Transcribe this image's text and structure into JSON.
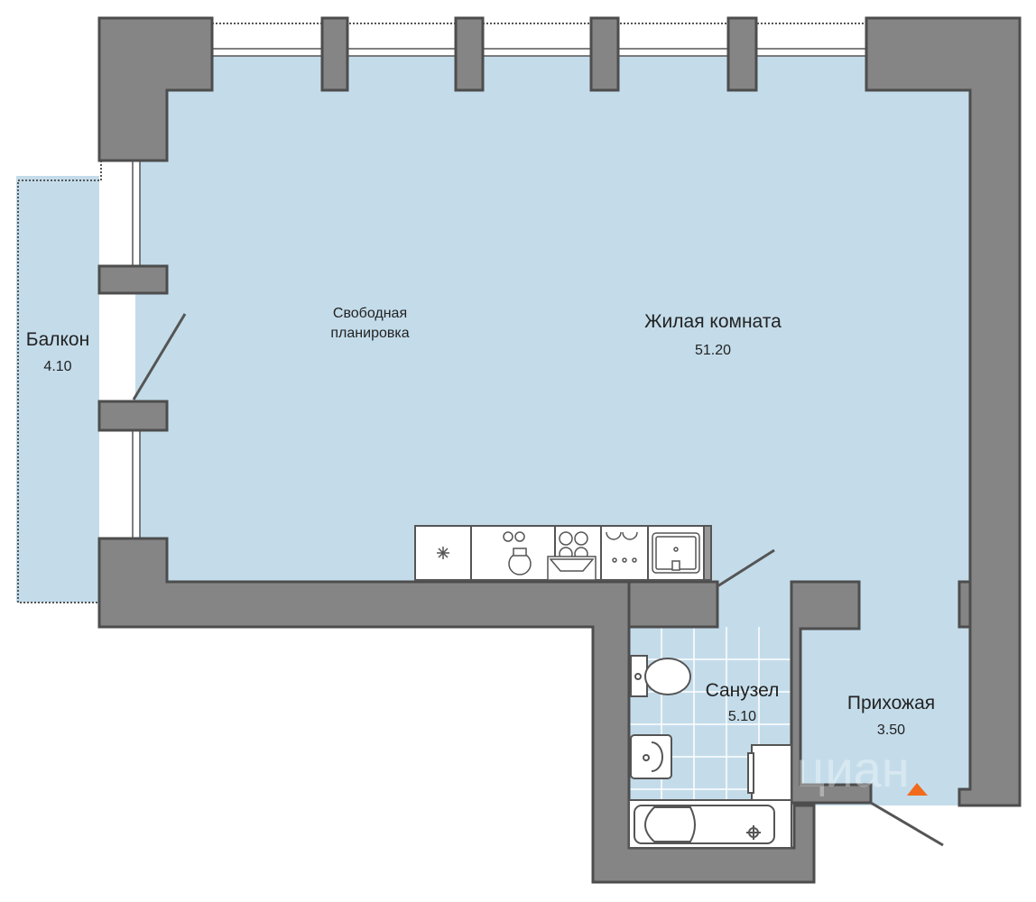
{
  "rooms": {
    "living": {
      "name": "Жилая комната",
      "area": "51.20"
    },
    "free_layout": {
      "line1": "Свободная",
      "line2": "планировка"
    },
    "balcony": {
      "name": "Балкон",
      "area": "4.10"
    },
    "bathroom": {
      "name": "Санузел",
      "area": "5.10"
    },
    "hall": {
      "name": "Прихожая",
      "area": "3.50"
    }
  },
  "watermark": "циан",
  "colors": {
    "floor": "#c4dcea",
    "wall": "#858585",
    "wall_outline": "#4d4d4d",
    "entrance_marker": "#f26a1b"
  }
}
